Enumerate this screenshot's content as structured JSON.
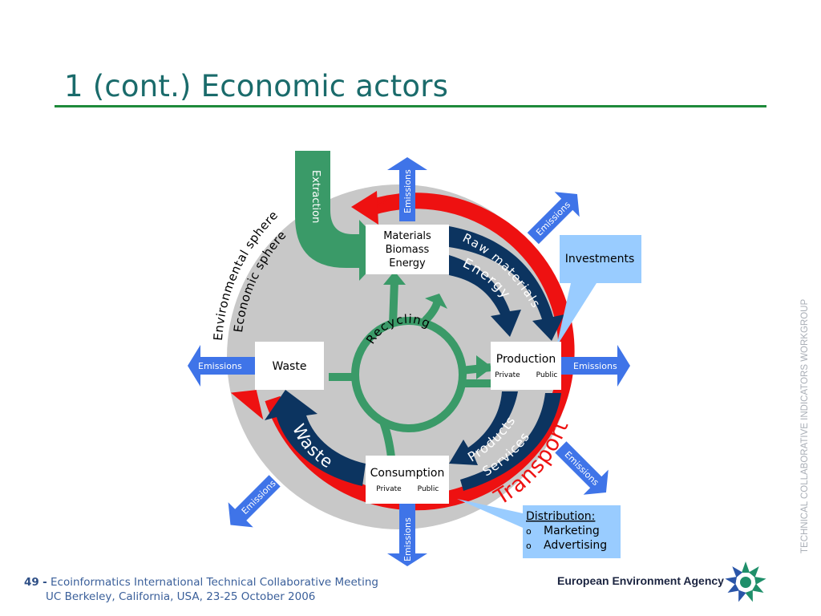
{
  "slide": {
    "title": "1 (cont.) Economic actors",
    "sidebar_text": "TECHNICAL COLLABORATIVE INDICATORS WORKGROUP",
    "footer": {
      "page_number": "49",
      "separator": "-",
      "line1": "Ecoinformatics International Technical Collaborative Meeting",
      "line2": "UC Berkeley, California, USA, 23-25 October 2006"
    },
    "agency": "European Environment Agency"
  },
  "diagram": {
    "sphere_labels": {
      "environmental": "Environmental sphere",
      "economic": "Economic sphere"
    },
    "extraction": "Extraction",
    "transport": "Transport",
    "recycling": "Recycling",
    "nodes": {
      "materials": [
        "Materials",
        "Biomass",
        "Energy"
      ],
      "production": {
        "title": "Production",
        "private": "Private",
        "public": "Public"
      },
      "consumption": {
        "title": "Consumption",
        "private": "Private",
        "public": "Public"
      },
      "waste": "Waste"
    },
    "flows": {
      "raw_materials": "Raw materials",
      "energy": "Energy",
      "products": "Products",
      "services": "Services",
      "waste": "Waste"
    },
    "emissions_label": "Emissions",
    "investments": "Investments",
    "distribution": {
      "title": "Distribution:",
      "bullet": "o",
      "items": [
        "Marketing",
        "Advertising"
      ]
    },
    "colors": {
      "outer_disc": "#c8c8c8",
      "transport_ring": "#ee1111",
      "flow_arrows": "#0c3460",
      "recycling": "#3a9a68",
      "emission_arrows": "#3f74e8",
      "callouts": "#99ccff",
      "title": "#1a6b6b"
    }
  }
}
